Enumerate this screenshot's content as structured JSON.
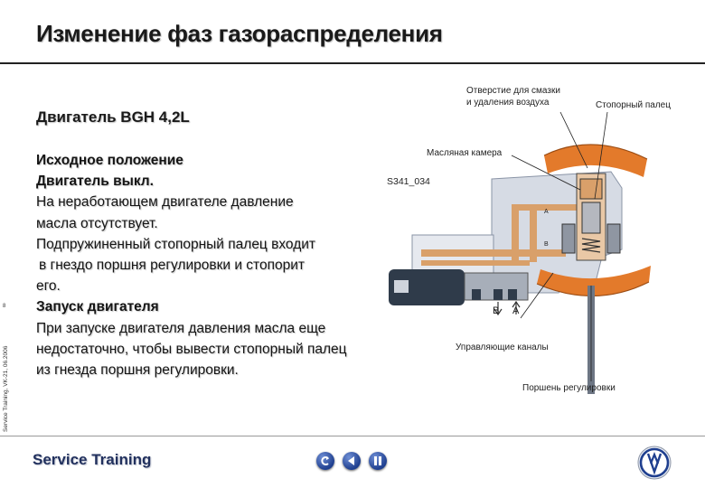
{
  "slide": {
    "title": "Изменение фаз газораспределения",
    "page_number": "8",
    "side_caption": "Service Training, VK-21, 06.2006",
    "engine_heading": "Двигатель BGH 4,2L",
    "lines": [
      {
        "text": "Исходное положение",
        "bold": true
      },
      {
        "text": "Двигатель выкл.",
        "bold": true
      },
      {
        "text": "На неработающем двигателе давление",
        "bold": false
      },
      {
        "text": "масла отсутствует.",
        "bold": false
      },
      {
        "text": "Подпружиненный стопорный палец входит",
        "bold": false
      },
      {
        "text": " в гнездо поршня регулировки и стопорит",
        "bold": false
      },
      {
        "text": "его.",
        "bold": false
      },
      {
        "text": "Запуск двигателя",
        "bold": true
      },
      {
        "text": "При запуске двигателя давления масла еще",
        "bold": false
      },
      {
        "text": "недостаточно, чтобы вывести стопорный палец",
        "bold": false
      },
      {
        "text": "из гнезда поршня регулировки.",
        "bold": false
      }
    ]
  },
  "diagram": {
    "figure_code": "S341_034",
    "callouts": {
      "oil_hole": "Отверстие для смазки\nи удаления воздуха",
      "locking_pin": "Стопорный палец",
      "oil_chamber": "Масляная камера",
      "control_channels": "Управляющие каналы",
      "piston": "Поршень регулировки"
    },
    "port_b": "B",
    "port_a": "A",
    "inner_b": "B",
    "inner_a": "A",
    "colors": {
      "oil": "#d9a06a",
      "housing": "#d6dbe4",
      "rotor": "#e37a2b",
      "dark": "#2f3b4a"
    }
  },
  "footer": {
    "brand": "Service Training",
    "buttons": [
      "back-button",
      "previous-button",
      "pause-button"
    ],
    "logo": "vw-logo"
  }
}
